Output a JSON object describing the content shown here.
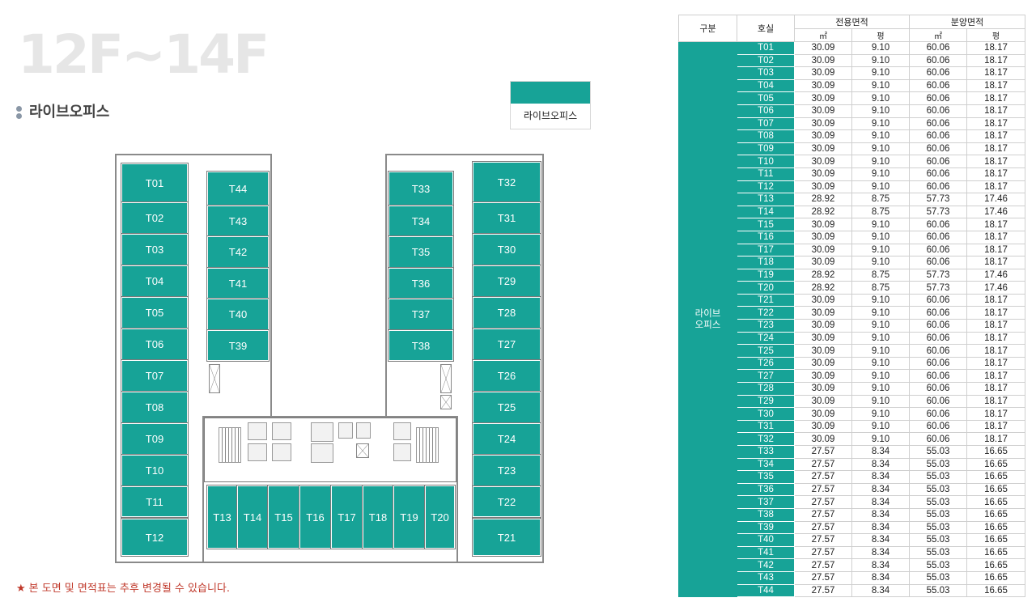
{
  "header": {
    "floor_title": "12F~14F",
    "section_label": "라이브오피스"
  },
  "legend": {
    "label": "라이브오피스",
    "color": "#17a397"
  },
  "footnote": {
    "star": "★",
    "text": "본 도면 및 면적표는 추후 변경될 수 있습니다."
  },
  "plan": {
    "units": {
      "T01": "T01",
      "T02": "T02",
      "T03": "T03",
      "T04": "T04",
      "T05": "T05",
      "T06": "T06",
      "T07": "T07",
      "T08": "T08",
      "T09": "T09",
      "T10": "T10",
      "T11": "T11",
      "T12": "T12",
      "T13": "T13",
      "T14": "T14",
      "T15": "T15",
      "T16": "T16",
      "T17": "T17",
      "T18": "T18",
      "T19": "T19",
      "T20": "T20",
      "T21": "T21",
      "T22": "T22",
      "T23": "T23",
      "T24": "T24",
      "T25": "T25",
      "T26": "T26",
      "T27": "T27",
      "T28": "T28",
      "T29": "T29",
      "T30": "T30",
      "T31": "T31",
      "T32": "T32",
      "T33": "T33",
      "T34": "T34",
      "T35": "T35",
      "T36": "T36",
      "T37": "T37",
      "T38": "T38",
      "T39": "T39",
      "T40": "T40",
      "T41": "T41",
      "T42": "T42",
      "T43": "T43",
      "T44": "T44"
    }
  },
  "table": {
    "headers": {
      "category": "구분",
      "room": "호실",
      "exclusive_area": "전용면적",
      "sale_area": "분양면적",
      "sqm": "㎡",
      "pyeong": "평"
    },
    "category_label": "라이브 오피스",
    "rows": [
      [
        "T01",
        "30.09",
        "9.10",
        "60.06",
        "18.17"
      ],
      [
        "T02",
        "30.09",
        "9.10",
        "60.06",
        "18.17"
      ],
      [
        "T03",
        "30.09",
        "9.10",
        "60.06",
        "18.17"
      ],
      [
        "T04",
        "30.09",
        "9.10",
        "60.06",
        "18.17"
      ],
      [
        "T05",
        "30.09",
        "9.10",
        "60.06",
        "18.17"
      ],
      [
        "T06",
        "30.09",
        "9.10",
        "60.06",
        "18.17"
      ],
      [
        "T07",
        "30.09",
        "9.10",
        "60.06",
        "18.17"
      ],
      [
        "T08",
        "30.09",
        "9.10",
        "60.06",
        "18.17"
      ],
      [
        "T09",
        "30.09",
        "9.10",
        "60.06",
        "18.17"
      ],
      [
        "T10",
        "30.09",
        "9.10",
        "60.06",
        "18.17"
      ],
      [
        "T11",
        "30.09",
        "9.10",
        "60.06",
        "18.17"
      ],
      [
        "T12",
        "30.09",
        "9.10",
        "60.06",
        "18.17"
      ],
      [
        "T13",
        "28.92",
        "8.75",
        "57.73",
        "17.46"
      ],
      [
        "T14",
        "28.92",
        "8.75",
        "57.73",
        "17.46"
      ],
      [
        "T15",
        "30.09",
        "9.10",
        "60.06",
        "18.17"
      ],
      [
        "T16",
        "30.09",
        "9.10",
        "60.06",
        "18.17"
      ],
      [
        "T17",
        "30.09",
        "9.10",
        "60.06",
        "18.17"
      ],
      [
        "T18",
        "30.09",
        "9.10",
        "60.06",
        "18.17"
      ],
      [
        "T19",
        "28.92",
        "8.75",
        "57.73",
        "17.46"
      ],
      [
        "T20",
        "28.92",
        "8.75",
        "57.73",
        "17.46"
      ],
      [
        "T21",
        "30.09",
        "9.10",
        "60.06",
        "18.17"
      ],
      [
        "T22",
        "30.09",
        "9.10",
        "60.06",
        "18.17"
      ],
      [
        "T23",
        "30.09",
        "9.10",
        "60.06",
        "18.17"
      ],
      [
        "T24",
        "30.09",
        "9.10",
        "60.06",
        "18.17"
      ],
      [
        "T25",
        "30.09",
        "9.10",
        "60.06",
        "18.17"
      ],
      [
        "T26",
        "30.09",
        "9.10",
        "60.06",
        "18.17"
      ],
      [
        "T27",
        "30.09",
        "9.10",
        "60.06",
        "18.17"
      ],
      [
        "T28",
        "30.09",
        "9.10",
        "60.06",
        "18.17"
      ],
      [
        "T29",
        "30.09",
        "9.10",
        "60.06",
        "18.17"
      ],
      [
        "T30",
        "30.09",
        "9.10",
        "60.06",
        "18.17"
      ],
      [
        "T31",
        "30.09",
        "9.10",
        "60.06",
        "18.17"
      ],
      [
        "T32",
        "30.09",
        "9.10",
        "60.06",
        "18.17"
      ],
      [
        "T33",
        "27.57",
        "8.34",
        "55.03",
        "16.65"
      ],
      [
        "T34",
        "27.57",
        "8.34",
        "55.03",
        "16.65"
      ],
      [
        "T35",
        "27.57",
        "8.34",
        "55.03",
        "16.65"
      ],
      [
        "T36",
        "27.57",
        "8.34",
        "55.03",
        "16.65"
      ],
      [
        "T37",
        "27.57",
        "8.34",
        "55.03",
        "16.65"
      ],
      [
        "T38",
        "27.57",
        "8.34",
        "55.03",
        "16.65"
      ],
      [
        "T39",
        "27.57",
        "8.34",
        "55.03",
        "16.65"
      ],
      [
        "T40",
        "27.57",
        "8.34",
        "55.03",
        "16.65"
      ],
      [
        "T41",
        "27.57",
        "8.34",
        "55.03",
        "16.65"
      ],
      [
        "T42",
        "27.57",
        "8.34",
        "55.03",
        "16.65"
      ],
      [
        "T43",
        "27.57",
        "8.34",
        "55.03",
        "16.65"
      ],
      [
        "T44",
        "27.57",
        "8.34",
        "55.03",
        "16.65"
      ]
    ]
  }
}
